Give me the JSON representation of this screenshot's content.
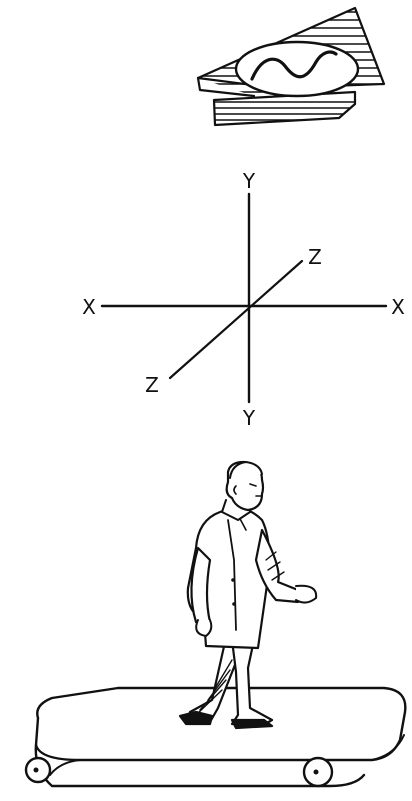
{
  "axes": {
    "y_top_label": "Y",
    "y_bottom_label": "Y",
    "x_left_label": "X",
    "x_right_label": "X",
    "z_top_label": "Z",
    "z_bottom_label": "Z"
  },
  "icons": {
    "signal_plate": "sine-wave-plate-icon",
    "walker": "person-walking-on-treadmill-icon"
  }
}
